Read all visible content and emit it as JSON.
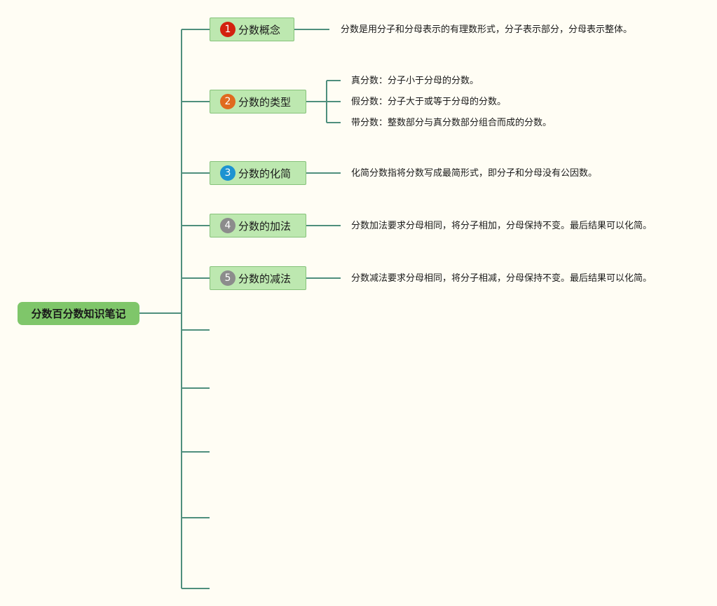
{
  "root": {
    "label": "分数百分数知识笔记"
  },
  "topics": [
    {
      "badge": "1",
      "label": "分数概念",
      "badge_color": "#d3220f",
      "details": [
        "分数是用分子和分母表示的有理数形式，分子表示部分，分母表示整体。"
      ]
    },
    {
      "badge": "2",
      "label": "分数的类型",
      "badge_color": "#e06a1f",
      "details": [
        "真分数：分子小于分母的分数。",
        "假分数：分子大于或等于分母的分数。",
        "带分数：整数部分与真分数部分组合而成的分数。"
      ]
    },
    {
      "badge": "3",
      "label": "分数的化简",
      "badge_color": "#1d93d1",
      "details": [
        "化简分数指将分数写成最简形式，即分子和分母没有公因数。"
      ]
    },
    {
      "badge": "4",
      "label": "分数的加法",
      "badge_color": "#8c8c8c",
      "details": [
        "分数加法要求分母相同，将分子相加，分母保持不变。最后结果可以化简。"
      ]
    },
    {
      "badge": "5",
      "label": "分数的减法",
      "badge_color": "#8c8c8c",
      "details": [
        "分数减法要求分母相同，将分子相减，分母保持不变。最后结果可以化简。"
      ]
    }
  ],
  "colors": {
    "connector": "#4f8f7d",
    "root_fill": "#7fc66a",
    "topic_fill": "#bde8b0"
  }
}
